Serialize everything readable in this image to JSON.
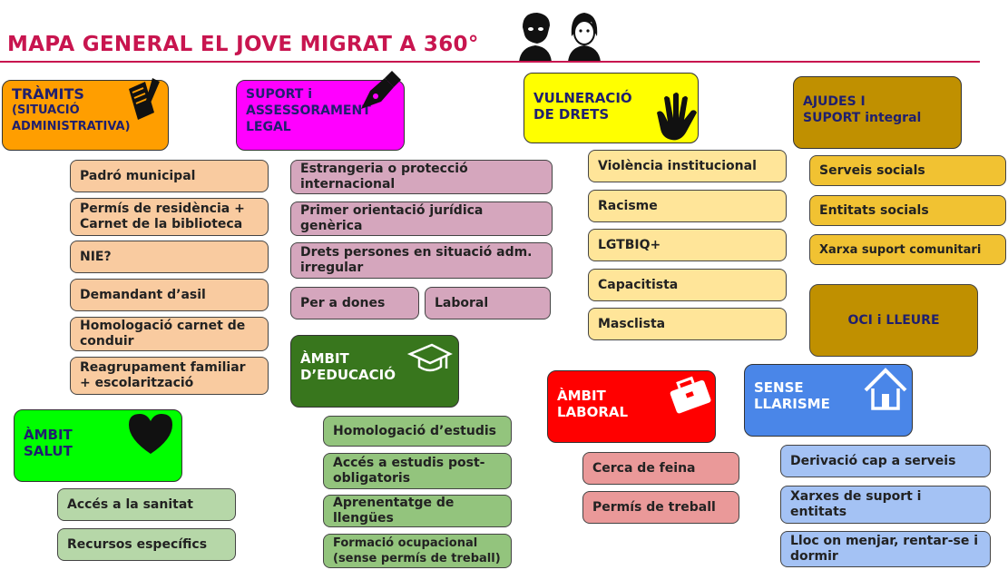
{
  "title": "MAPA GENERAL EL JOVE MIGRAT A 360°",
  "colors": {
    "title": "#c8154f",
    "tramits": "#ff9e00",
    "suport": "#ff00ff",
    "vulneracio": "#ffff00",
    "ajudes": "#c09000",
    "salut": "#00ff00",
    "educacio": "#38761d",
    "laboral": "#ff0000",
    "sensellarisme": "#4a86e8"
  },
  "tramits": {
    "title_line1": "TRÀMITS",
    "title_line2": "(SITUACIÓ",
    "title_line3": "ADMINISTRATIVA)",
    "icon": "pencil-paper-icon",
    "items": [
      "Padró municipal",
      "Permís de residència + Carnet de la biblioteca",
      "NIE?",
      "Demandant d’asil",
      "Homologació carnet de conduir",
      "Reagrupament familiar + escolarització"
    ]
  },
  "suport": {
    "title_line1": "SUPORT i",
    "title_line2": "ASSESSORAMENT",
    "title_line3": "LEGAL",
    "icon": "pen-nib-icon",
    "items": [
      "Estrangeria o protecció internacional",
      "Primer orientació jurídica genèrica",
      "Drets persones en situació adm. irregular",
      "Per a dones",
      "Laboral"
    ]
  },
  "vulneracio": {
    "title_line1": "VULNERACIÓ",
    "title_line2": "DE DRETS",
    "icon": "hand-icon",
    "items": [
      "Violència institucional",
      "Racisme",
      "LGTBIQ+",
      "Capacitista",
      "Masclista"
    ]
  },
  "ajudes": {
    "title_line1": "AJUDES I",
    "title_line2": "SUPORT integral",
    "items": [
      "Serveis socials",
      "Entitats socials",
      "Xarxa suport comunitari"
    ],
    "oci": "OCI i LLEURE"
  },
  "salut": {
    "title_line1": "ÀMBIT",
    "title_line2": "SALUT",
    "icon": "heart-icon",
    "items": [
      "Accés a la sanitat",
      "Recursos específics"
    ]
  },
  "educacio": {
    "title_line1": "ÀMBIT",
    "title_line2": "D’EDUCACIÓ",
    "icon": "graduation-cap-icon",
    "items": [
      "Homologació d’estudis",
      "Accés a estudis post-obligatoris",
      "Aprenentatge de llengües",
      "Formació ocupacional (sense permís de treball)"
    ]
  },
  "laboral": {
    "title_line1": "ÀMBIT",
    "title_line2": "LABORAL",
    "icon": "briefcase-icon",
    "items": [
      "Cerca de feina",
      "Permís de treball"
    ]
  },
  "sensellarisme": {
    "title_line1": "SENSE",
    "title_line2": "LLARISME",
    "icon": "house-icon",
    "items": [
      "Derivació cap a serveis",
      "Xarxes de suport i entitats",
      "Lloc on menjar, rentar-se i dormir"
    ]
  }
}
